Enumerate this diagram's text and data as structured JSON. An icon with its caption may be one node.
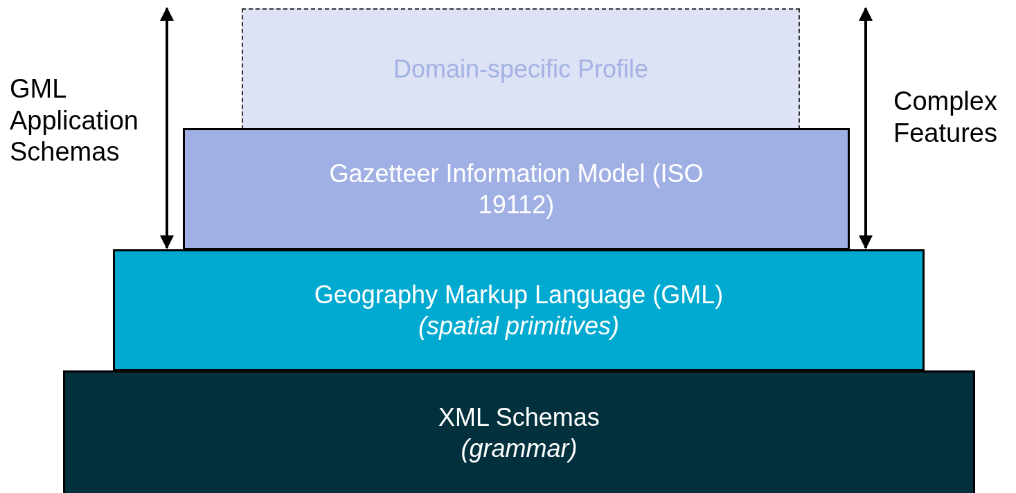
{
  "diagram": {
    "nodes": [
      {
        "text": [
          "Domain-specific Profile"
        ]
      },
      {
        "text": [
          "Gazetteer Information Model (ISO 19112)"
        ]
      },
      {
        "text": [
          "Geography Markup Language (GML)",
          "(spatial primitives)"
        ]
      },
      {
        "text": [
          "XML Schemas",
          "(grammar)"
        ]
      }
    ],
    "labels": [
      "GML Application Schemas",
      "Complex Features"
    ]
  }
}
